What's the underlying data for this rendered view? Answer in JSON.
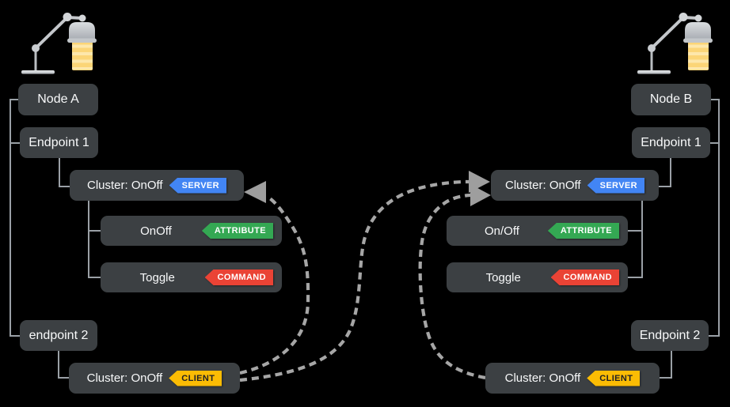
{
  "left": {
    "lamp_icon": "desk-lamp-icon",
    "node": "Node A",
    "endpoint1": "Endpoint 1",
    "cluster_server": {
      "label": "Cluster: OnOff",
      "badge": "SERVER"
    },
    "attribute": {
      "label": "OnOff",
      "badge": "ATTRIBUTE"
    },
    "command": {
      "label": "Toggle",
      "badge": "COMMAND"
    },
    "endpoint2": "endpoint 2",
    "cluster_client": {
      "label": "Cluster: OnOff",
      "badge": "CLIENT"
    }
  },
  "right": {
    "lamp_icon": "desk-lamp-icon",
    "node": "Node B",
    "endpoint1": "Endpoint 1",
    "cluster_server": {
      "label": "Cluster: OnOff",
      "badge": "SERVER"
    },
    "attribute": {
      "label": "On/Off",
      "badge": "ATTRIBUTE"
    },
    "command": {
      "label": "Toggle",
      "badge": "COMMAND"
    },
    "endpoint2": "Endpoint 2",
    "cluster_client": {
      "label": "Cluster: OnOff",
      "badge": "CLIENT"
    }
  },
  "arrows": [
    {
      "from": "node-a-client-cluster",
      "to": "node-a-server-cluster",
      "style": "dashed"
    },
    {
      "from": "node-a-client-cluster",
      "to": "node-b-server-cluster",
      "style": "dashed"
    },
    {
      "from": "node-b-client-cluster",
      "to": "node-b-server-cluster",
      "style": "dashed"
    }
  ],
  "colors": {
    "background": "#000000",
    "box": "#3c4043",
    "text": "#ffffff",
    "connector": "#9aa0a6",
    "dashed_arrow": "#a6a6a6",
    "server_badge": "#4285f4",
    "attribute_badge": "#34a853",
    "command_badge": "#ea4335",
    "client_badge": "#fbbc04",
    "client_badge_text": "#202124"
  }
}
